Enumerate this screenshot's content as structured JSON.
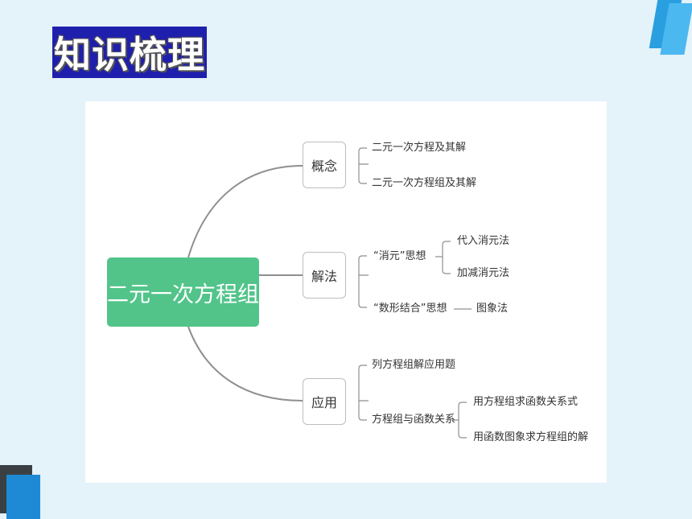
{
  "title": "知识梳理",
  "mindmap": {
    "central": "二元一次方程组",
    "branches": [
      {
        "label": "概念",
        "children": [
          "二元一次方程及其解",
          "二元一次方程组及其解"
        ]
      },
      {
        "label": "解法",
        "xiaoyuan": {
          "label": "“消元”思想",
          "children": [
            "代入消元法",
            "加减消元法"
          ]
        },
        "shuxing": {
          "label": "“数形结合”思想",
          "child": "图象法"
        }
      },
      {
        "label": "应用",
        "liefang": "列方程组解应用题",
        "hanshu": {
          "label": "方程组与函数关系",
          "children": [
            "用方程组求函数关系式",
            "用函数图象求方程组的解"
          ]
        }
      }
    ]
  },
  "colors": {
    "central": "#52c48a",
    "title_bg": "#1f1fae",
    "page_bg": "#e4f2f9",
    "accent": "#2a9fe0"
  }
}
